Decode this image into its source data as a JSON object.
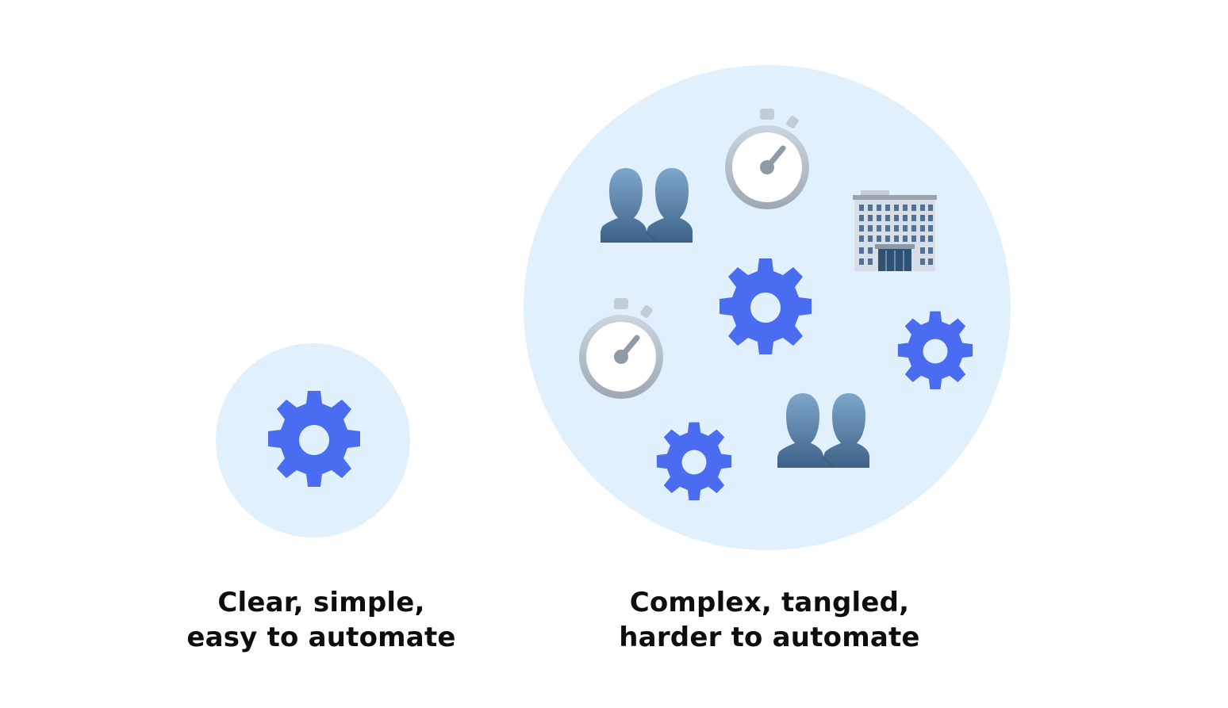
{
  "diagram": {
    "left_panel": {
      "caption_line1": "Clear, simple,",
      "caption_line2": "easy to automate",
      "icons": [
        "gear-icon"
      ]
    },
    "right_panel": {
      "caption_line1": "Complex, tangled,",
      "caption_line2": "harder to automate",
      "icons": [
        "people-icon",
        "stopwatch-icon",
        "office-building-icon",
        "gear-icon",
        "stopwatch-icon",
        "gear-icon",
        "people-icon",
        "gear-icon"
      ]
    },
    "colors": {
      "blob": "#e1f0fd",
      "gear": "#4a6cf0",
      "stopwatch": "#aeb9c6",
      "people": "#4f7aa3",
      "caption": "#0d0d0d"
    }
  }
}
